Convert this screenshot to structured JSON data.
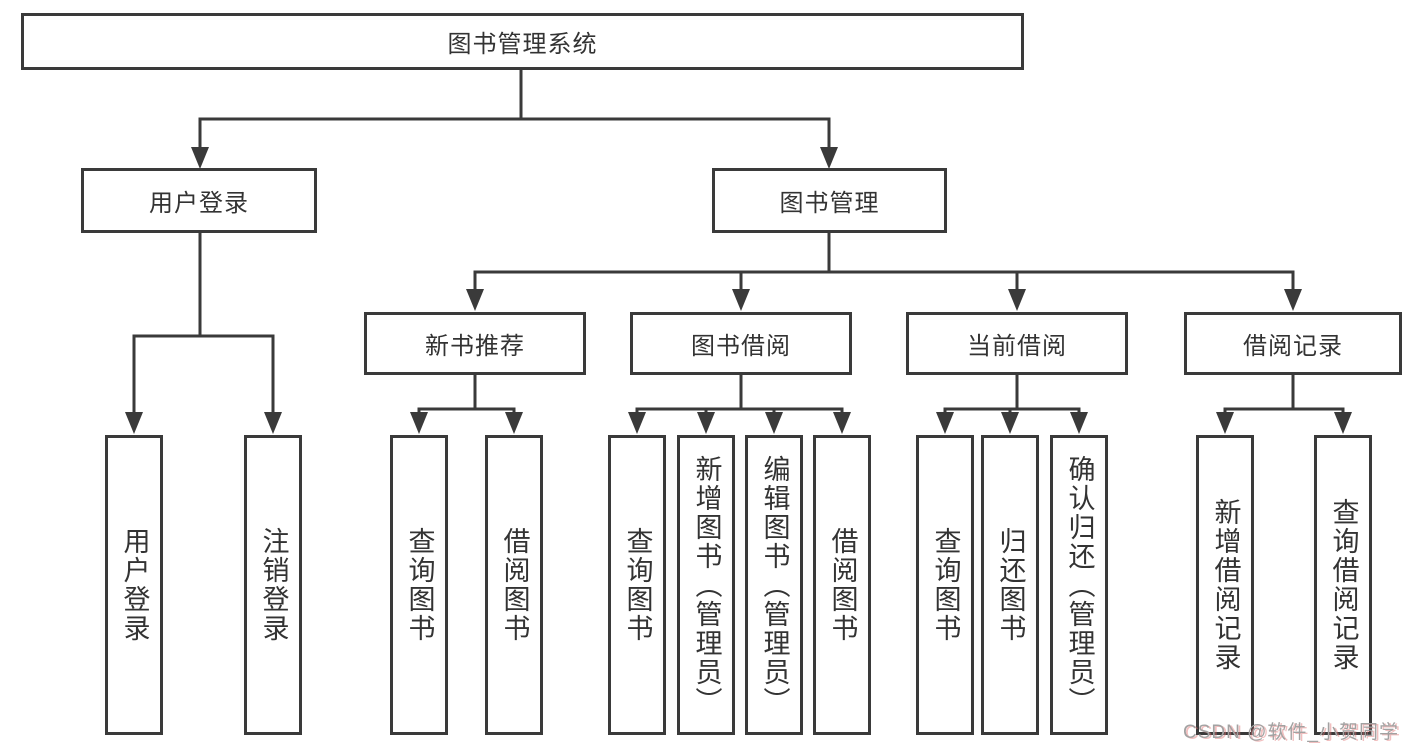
{
  "diagram": {
    "title": "图书管理系统",
    "branches": [
      {
        "label": "用户登录",
        "children": [
          {
            "label": "用户登录"
          },
          {
            "label": "注销登录"
          }
        ]
      },
      {
        "label": "图书管理",
        "children": [
          {
            "label": "新书推荐",
            "children": [
              {
                "label": "查询图书"
              },
              {
                "label": "借阅图书"
              }
            ]
          },
          {
            "label": "图书借阅",
            "children": [
              {
                "label": "查询图书"
              },
              {
                "label": "新增图书（管理员）"
              },
              {
                "label": "编辑图书（管理员）"
              },
              {
                "label": "借阅图书"
              }
            ]
          },
          {
            "label": "当前借阅",
            "children": [
              {
                "label": "查询图书"
              },
              {
                "label": "归还图书"
              },
              {
                "label": "确认归还（管理员）"
              }
            ]
          },
          {
            "label": "借阅记录",
            "children": [
              {
                "label": "新增借阅记录"
              },
              {
                "label": "查询借阅记录"
              }
            ]
          }
        ]
      }
    ]
  },
  "watermark": {
    "text": "CSDN @软件_小贺同学"
  },
  "colors": {
    "line": "#3a3a3a",
    "text": "#333333",
    "background": "#ffffff",
    "watermark_gray": "#a2a2a2",
    "watermark_red_tint": "#e07070"
  }
}
